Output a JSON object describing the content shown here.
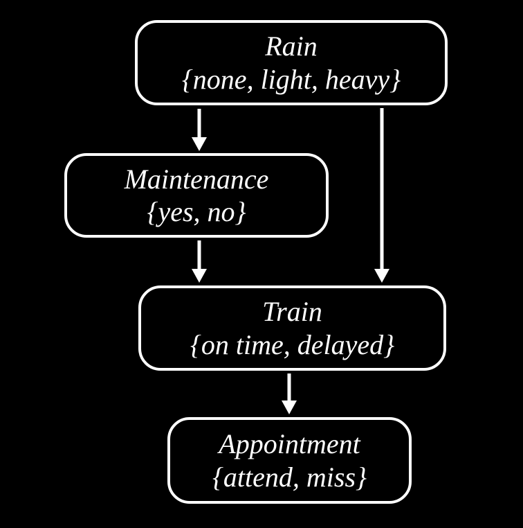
{
  "canvas": {
    "background_color": "#000000",
    "node_border_color": "#ffffff",
    "text_color": "#ffffff",
    "arrow_color": "#ffffff"
  },
  "diagram": {
    "type": "bayesian-network",
    "nodes": [
      {
        "id": "rain",
        "label": "Rain",
        "values": "{none, light, heavy}"
      },
      {
        "id": "maintenance",
        "label": "Maintenance",
        "values": "{yes, no}"
      },
      {
        "id": "train",
        "label": "Train",
        "values": "{on time, delayed}"
      },
      {
        "id": "appointment",
        "label": "Appointment",
        "values": "{attend, miss}"
      }
    ],
    "edges": [
      {
        "from": "rain",
        "to": "maintenance"
      },
      {
        "from": "rain",
        "to": "train"
      },
      {
        "from": "maintenance",
        "to": "train"
      },
      {
        "from": "train",
        "to": "appointment"
      }
    ]
  }
}
